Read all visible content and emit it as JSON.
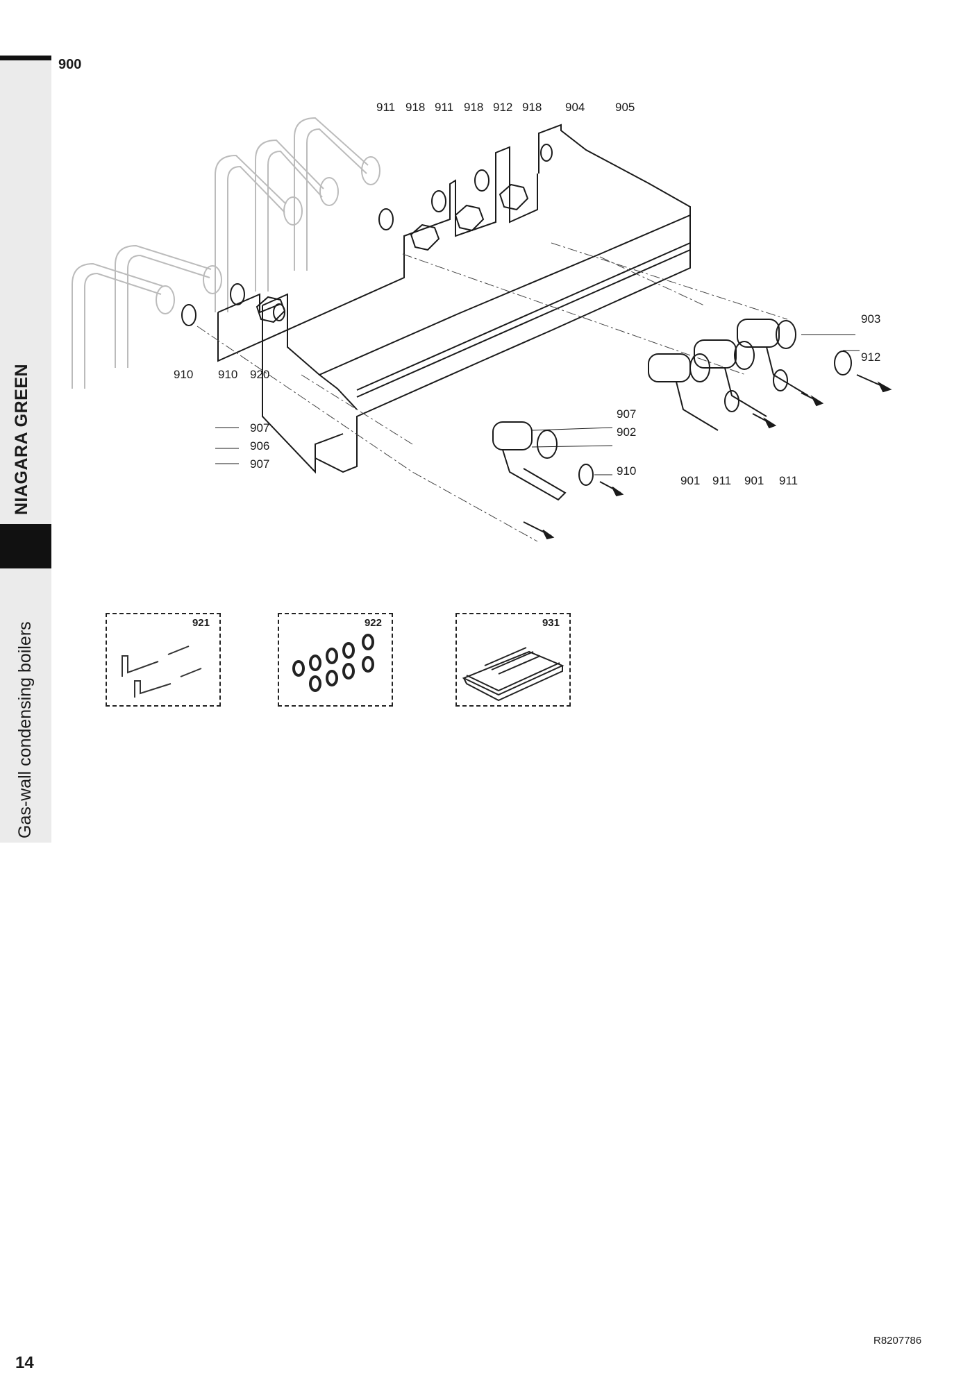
{
  "page": {
    "section_number": "900",
    "page_number": "14",
    "document_code": "R8207786",
    "brand_title": "NIAGARA GREEN",
    "category": "Gas-wall condensing boilers"
  },
  "diagram": {
    "callouts_top": [
      "911",
      "918",
      "911",
      "918",
      "912",
      "918",
      "904",
      "905"
    ],
    "callouts_left_pipes": [
      "910",
      "910",
      "920"
    ],
    "callouts_left_plate": [
      "907",
      "906",
      "907"
    ],
    "callouts_center": [
      "907",
      "902",
      "910"
    ],
    "callouts_right": [
      "903",
      "912"
    ],
    "callouts_bottom_right": [
      "901",
      "911",
      "901",
      "911"
    ]
  },
  "kits": [
    {
      "label": "921",
      "icon": "wall-hooks-and-plugs-icon"
    },
    {
      "label": "922",
      "icon": "seal-rings-icon"
    },
    {
      "label": "931",
      "icon": "instruction-booklet-icon"
    }
  ]
}
